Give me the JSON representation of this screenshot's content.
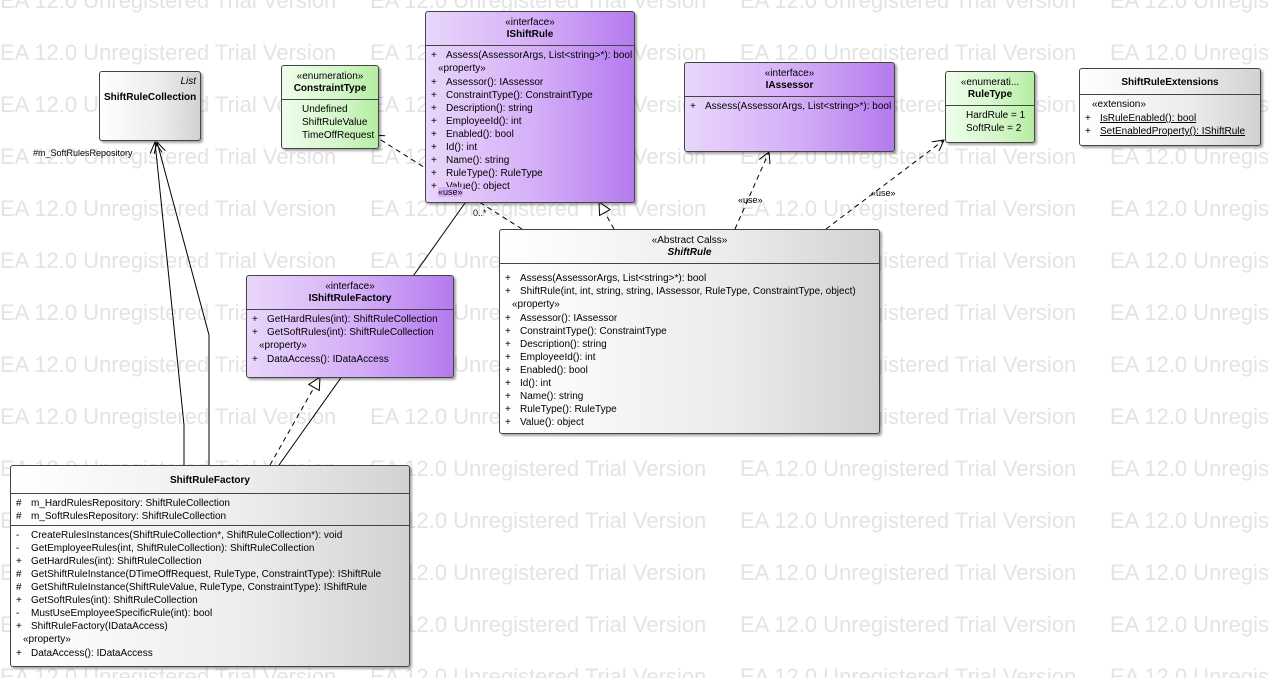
{
  "watermark": "EA 12.0 Unregistered Trial Version",
  "classes": {
    "shift_rule_collection": {
      "tag": "List",
      "name": "ShiftRuleCollection"
    },
    "constraint_type": {
      "stereotype": "«enumeration»",
      "name": "ConstraintType",
      "literals": [
        "Undefined",
        "ShiftRuleValue",
        "TimeOffRequest"
      ]
    },
    "ishift_rule": {
      "stereotype": "«interface»",
      "name": "IShiftRule",
      "operations": [
        {
          "vis": "+",
          "text": "Assess(AssessorArgs, List<string>*): bool"
        }
      ],
      "property_label": "«property»",
      "properties": [
        {
          "vis": "+",
          "text": "Assessor(): IAssessor"
        },
        {
          "vis": "+",
          "text": "ConstraintType(): ConstraintType"
        },
        {
          "vis": "+",
          "text": "Description(): string"
        },
        {
          "vis": "+",
          "text": "EmployeeId(): int"
        },
        {
          "vis": "+",
          "text": "Enabled(): bool"
        },
        {
          "vis": "+",
          "text": "Id(): int"
        },
        {
          "vis": "+",
          "text": "Name(): string"
        },
        {
          "vis": "+",
          "text": "RuleType(): RuleType"
        },
        {
          "vis": "+",
          "text": "Value(): object"
        }
      ]
    },
    "iassessor": {
      "stereotype": "«interface»",
      "name": "IAssessor",
      "operations": [
        {
          "vis": "+",
          "text": "Assess(AssessorArgs, List<string>*): bool"
        }
      ]
    },
    "rule_type": {
      "stereotype": "«enumerati...",
      "name": "RuleType",
      "literals": [
        "HardRule = 1",
        "SoftRule = 2"
      ]
    },
    "shift_rule_extensions": {
      "name": "ShiftRuleExtensions",
      "section_label": "«extension»",
      "operations": [
        {
          "vis": "+",
          "text": "IsRuleEnabled(): bool"
        },
        {
          "vis": "+",
          "text": "SetEnabledProperty(): IShiftRule"
        }
      ]
    },
    "ishift_rule_factory": {
      "stereotype": "«interface»",
      "name": "IShiftRuleFactory",
      "operations": [
        {
          "vis": "+",
          "text": "GetHardRules(int): ShiftRuleCollection"
        },
        {
          "vis": "+",
          "text": "GetSoftRules(int): ShiftRuleCollection"
        }
      ],
      "property_label": "«property»",
      "properties": [
        {
          "vis": "+",
          "text": "DataAccess(): IDataAccess"
        }
      ]
    },
    "shift_rule": {
      "stereotype": "«Abstract Calss»",
      "name": "ShiftRule",
      "operations": [
        {
          "vis": "+",
          "text": "Assess(AssessorArgs, List<string>*): bool"
        },
        {
          "vis": "+",
          "text": "ShiftRule(int, int, string, string, IAssessor, RuleType, ConstraintType, object)"
        }
      ],
      "property_label": "«property»",
      "properties": [
        {
          "vis": "+",
          "text": "Assessor(): IAssessor"
        },
        {
          "vis": "+",
          "text": "ConstraintType(): ConstraintType"
        },
        {
          "vis": "+",
          "text": "Description(): string"
        },
        {
          "vis": "+",
          "text": "EmployeeId(): int"
        },
        {
          "vis": "+",
          "text": "Enabled(): bool"
        },
        {
          "vis": "+",
          "text": "Id(): int"
        },
        {
          "vis": "+",
          "text": "Name(): string"
        },
        {
          "vis": "+",
          "text": "RuleType(): RuleType"
        },
        {
          "vis": "+",
          "text": "Value(): object"
        }
      ]
    },
    "shift_rule_factory": {
      "name": "ShiftRuleFactory",
      "attributes": [
        {
          "vis": "#",
          "text": "m_HardRulesRepository: ShiftRuleCollection"
        },
        {
          "vis": "#",
          "text": "m_SoftRulesRepository: ShiftRuleCollection"
        }
      ],
      "operations": [
        {
          "vis": "-",
          "text": "CreateRulesInstances(ShiftRuleCollection*, ShiftRuleCollection*): void"
        },
        {
          "vis": "-",
          "text": "GetEmployeeRules(int, ShiftRuleCollection): ShiftRuleCollection"
        },
        {
          "vis": "+",
          "text": "GetHardRules(int): ShiftRuleCollection"
        },
        {
          "vis": "#",
          "text": "GetShiftRuleInstance(DTimeOffRequest, RuleType, ConstraintType): IShiftRule"
        },
        {
          "vis": "#",
          "text": "GetShiftRuleInstance(ShiftRuleValue, RuleType, ConstraintType): IShiftRule"
        },
        {
          "vis": "+",
          "text": "GetSoftRules(int): ShiftRuleCollection"
        },
        {
          "vis": "-",
          "text": "MustUseEmployeeSpecificRule(int): bool"
        },
        {
          "vis": "+",
          "text": "ShiftRuleFactory(IDataAccess)"
        }
      ],
      "property_label": "«property»",
      "properties": [
        {
          "vis": "+",
          "text": "DataAccess(): IDataAccess"
        }
      ]
    }
  },
  "connector_labels": {
    "soft_rules_repository": "#m_SoftRulesRepository",
    "multiplicity": "0..*",
    "use_constraint": "«use»",
    "use_iassessor": "«use»",
    "use_ruletype": "«use»"
  }
}
